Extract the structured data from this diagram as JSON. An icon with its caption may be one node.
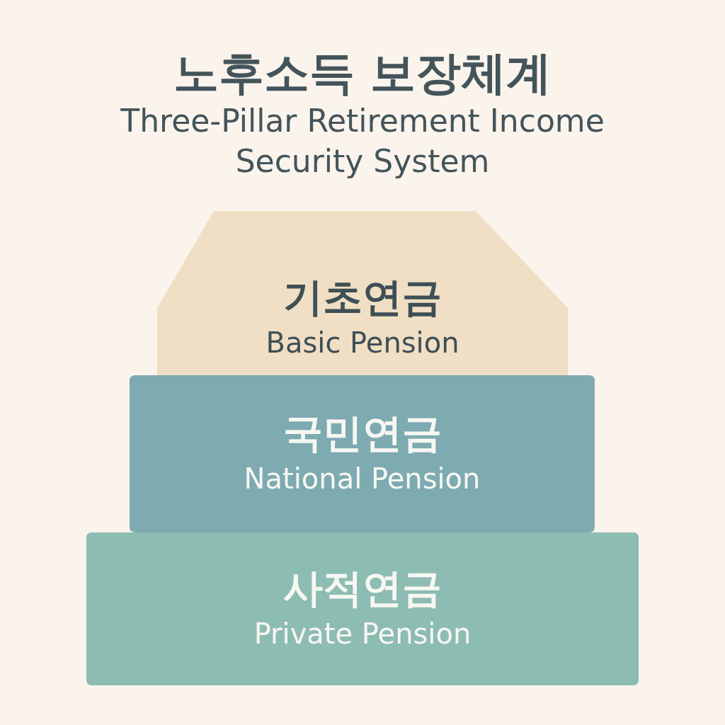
{
  "diagram": {
    "title": "노후소득 보장체계",
    "nodes": [
      {
        "text": [
          "기초연금",
          "Basic Pension"
        ]
      },
      {
        "text": [
          "국민연금",
          "National Pension"
        ]
      },
      {
        "text": [
          "사적연금",
          "Private Pension"
        ]
      }
    ],
    "edges": [],
    "labels": [
      "Three-Pillar Retirement Income Security System"
    ]
  }
}
